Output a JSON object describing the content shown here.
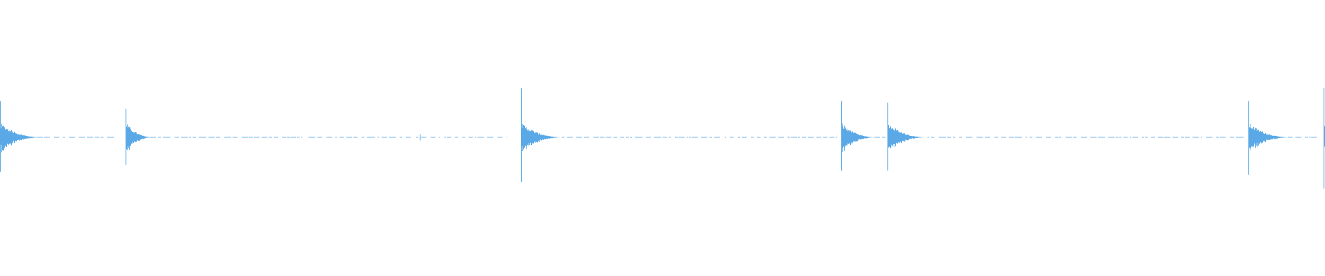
{
  "waveform": {
    "color": "#5aa9e6",
    "background": "#ffffff",
    "transients": [
      {
        "time": 0.0,
        "peak": 0.7,
        "decay": 0.03
      },
      {
        "time": 0.095,
        "peak": 0.55,
        "decay": 0.02
      },
      {
        "time": 0.393,
        "peak": 0.95,
        "decay": 0.03
      },
      {
        "time": 0.635,
        "peak": 0.7,
        "decay": 0.025
      },
      {
        "time": 0.67,
        "peak": 0.67,
        "decay": 0.028
      },
      {
        "time": 0.942,
        "peak": 0.7,
        "decay": 0.03
      },
      {
        "time": 0.999,
        "peak": 0.95,
        "decay": 0.01
      }
    ],
    "minor_blips": [
      {
        "time": 0.317,
        "peak": 0.05
      }
    ],
    "noise_segments": [
      [
        0.028,
        0.087
      ],
      [
        0.11,
        0.228
      ],
      [
        0.233,
        0.31
      ],
      [
        0.314,
        0.383
      ],
      [
        0.424,
        0.543
      ],
      [
        0.547,
        0.632
      ],
      [
        0.66,
        0.668
      ],
      [
        0.7,
        0.94
      ],
      [
        0.966,
        0.994
      ]
    ]
  }
}
